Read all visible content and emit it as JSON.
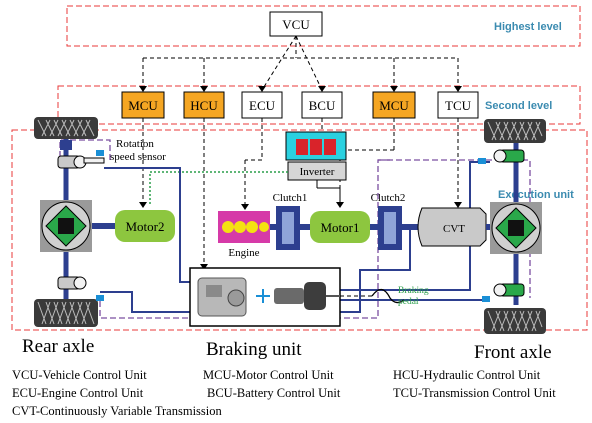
{
  "levels": {
    "highest": "Highest level",
    "second": "Second level",
    "execution": "Execution unit"
  },
  "controllers": {
    "vcu": "VCU",
    "mcu_left": "MCU",
    "hcu": "HCU",
    "ecu": "ECU",
    "bcu": "BCU",
    "mcu_right": "MCU",
    "tcu": "TCU"
  },
  "components": {
    "rotation_sensor": [
      "Rotation",
      "speed sensor"
    ],
    "inverter": "Inverter",
    "clutch1": "Clutch1",
    "clutch2": "Clutch2",
    "engine": "Engine",
    "motor1": "Motor1",
    "motor2": "Motor2",
    "cvt": "CVT",
    "braking_pedal": [
      "Braking",
      "pedal"
    ]
  },
  "captions": {
    "rear_axle": "Rear axle",
    "braking_unit": "Braking unit",
    "front_axle": "Front axle"
  },
  "legend": {
    "row1": [
      "VCU-Vehicle Control Unit",
      "MCU-Motor Control Unit",
      "HCU-Hydraulic Control Unit"
    ],
    "row2": [
      "ECU-Engine Control Unit",
      "BCU-Battery Control Unit",
      "TCU-Transmission Control Unit"
    ],
    "row3": "CVT-Continuously Variable Transmission"
  },
  "colors": {
    "level_border": "#e83a3a",
    "level_text": "#3b8bb0",
    "mcu_fill": "#f5a623",
    "motor_fill": "#8dc63f",
    "shaft": "#2d3f8f",
    "signal_dash": "#7b4fa0",
    "ac_line": "#2a9d4a"
  },
  "icons": [
    "battery-pack-icon",
    "wheel-icon",
    "engine-icon",
    "hydraulic-unit-icon",
    "brake-pedal-icon",
    "wheel-hub-icon"
  ]
}
